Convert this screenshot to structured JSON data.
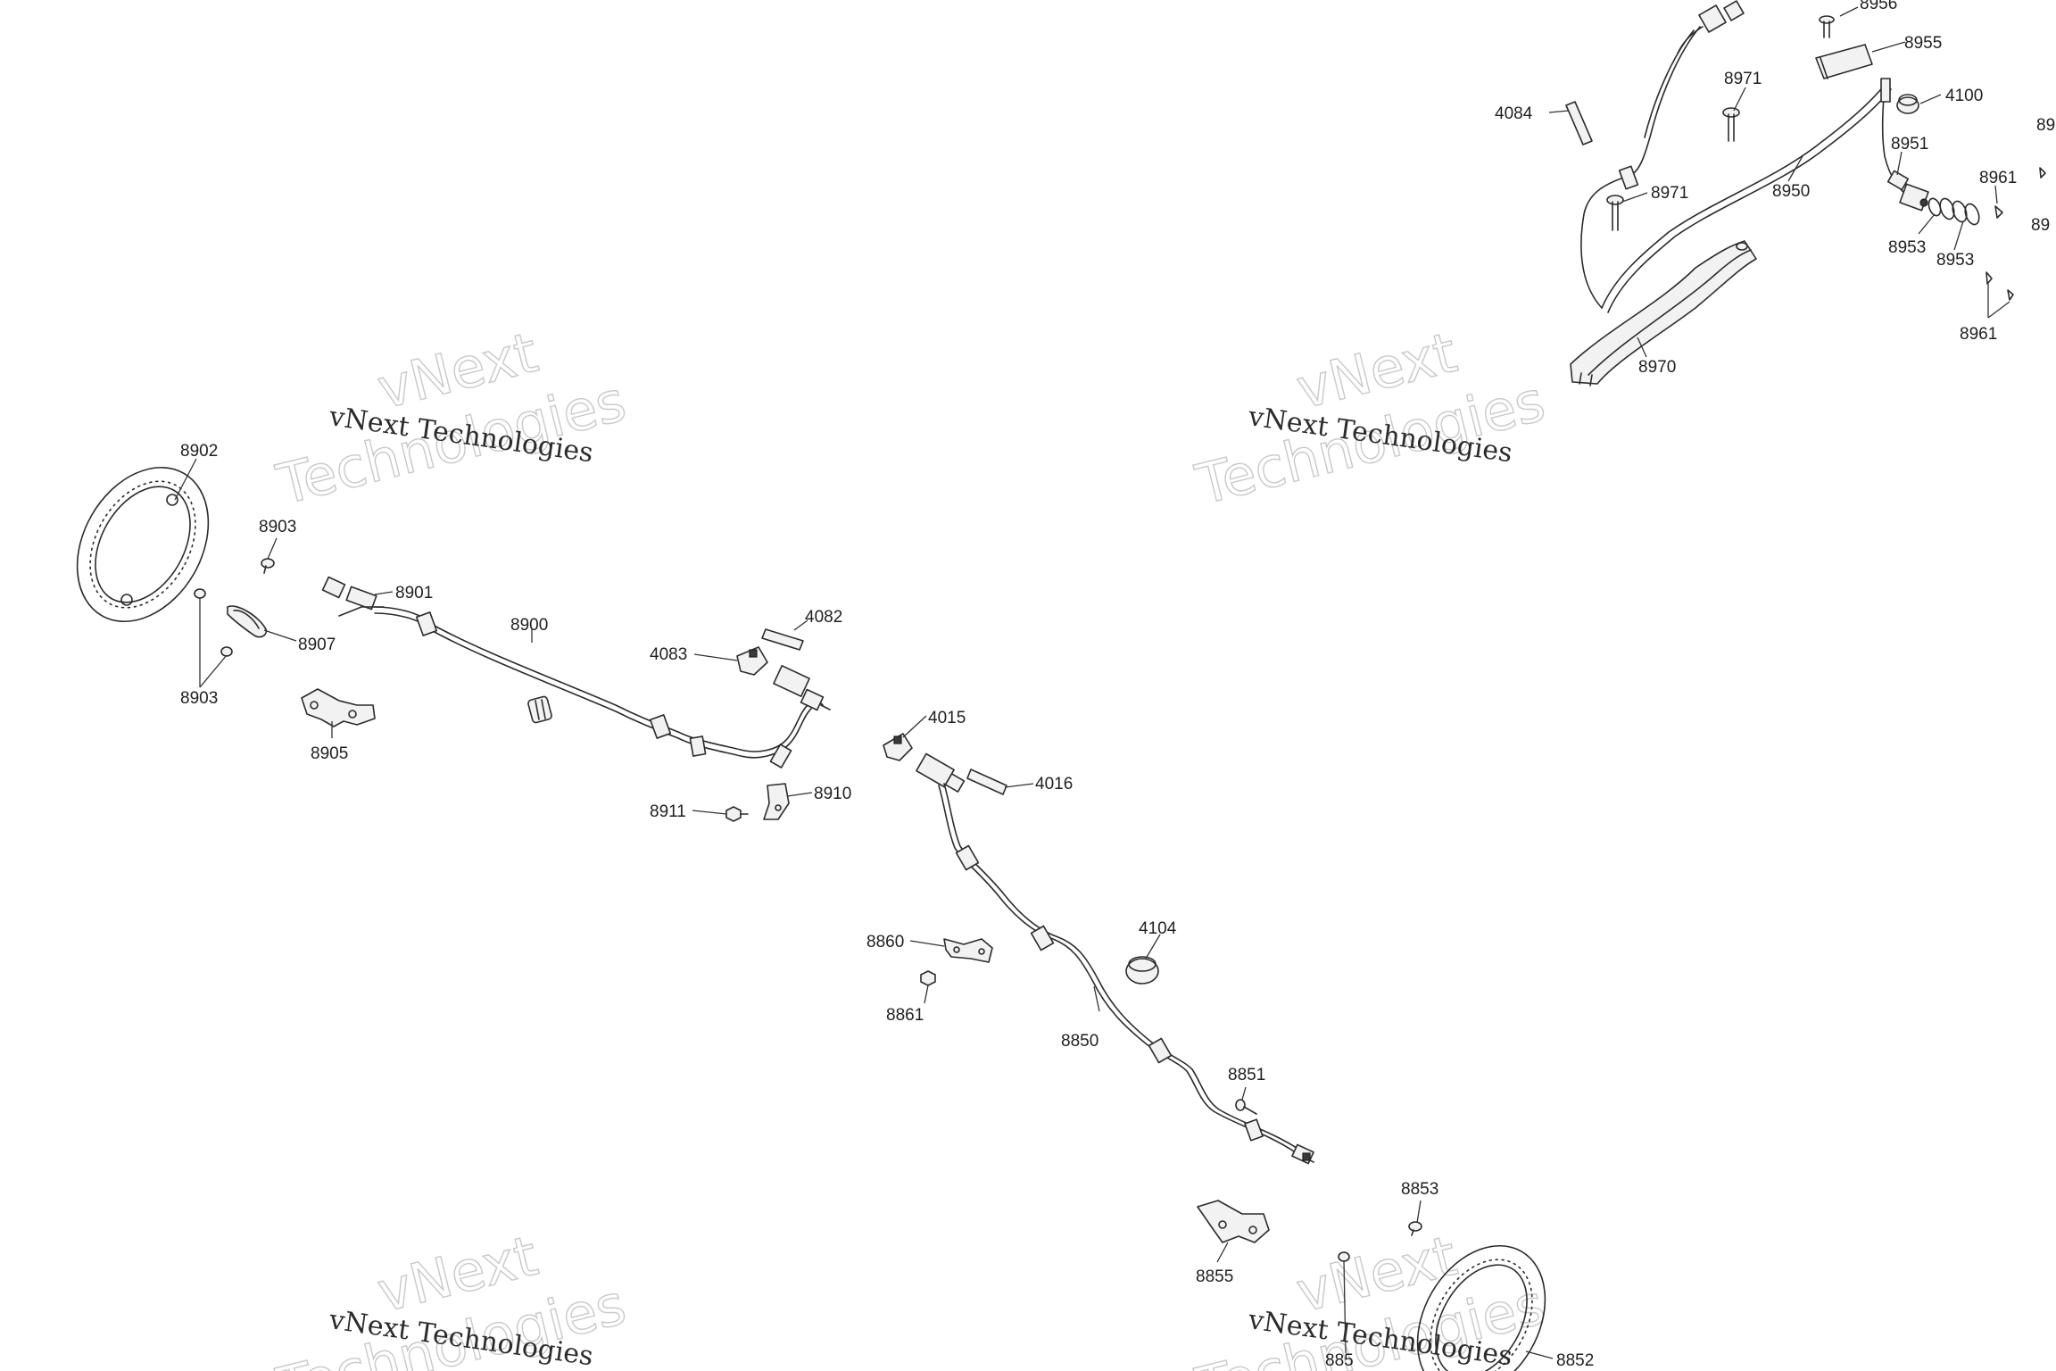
{
  "diagram": {
    "watermark": {
      "brand": "vNext",
      "name": "Technologies",
      "full": "vNext Technologies"
    },
    "callouts": [
      {
        "id": "c-8956",
        "label": "8956"
      },
      {
        "id": "c-8955",
        "label": "8955"
      },
      {
        "id": "c-8971a",
        "label": "8971"
      },
      {
        "id": "c-4100",
        "label": "4100"
      },
      {
        "id": "c-4084",
        "label": "4084"
      },
      {
        "id": "c-8951",
        "label": "8951"
      },
      {
        "id": "c-8961a",
        "label": "8961"
      },
      {
        "id": "c-8971b",
        "label": "8971"
      },
      {
        "id": "c-8950",
        "label": "8950"
      },
      {
        "id": "c-8953a",
        "label": "8953"
      },
      {
        "id": "c-8953b",
        "label": "8953"
      },
      {
        "id": "c-8961b",
        "label": "8961"
      },
      {
        "id": "c-8970",
        "label": "8970"
      },
      {
        "id": "c-8902",
        "label": "8902"
      },
      {
        "id": "c-8903a",
        "label": "8903"
      },
      {
        "id": "c-8901",
        "label": "8901"
      },
      {
        "id": "c-8900",
        "label": "8900"
      },
      {
        "id": "c-8907",
        "label": "8907"
      },
      {
        "id": "c-8903b",
        "label": "8903"
      },
      {
        "id": "c-4082",
        "label": "4082"
      },
      {
        "id": "c-4083",
        "label": "4083"
      },
      {
        "id": "c-8905",
        "label": "8905"
      },
      {
        "id": "c-4015",
        "label": "4015"
      },
      {
        "id": "c-4016",
        "label": "4016"
      },
      {
        "id": "c-8910",
        "label": "8910"
      },
      {
        "id": "c-8911",
        "label": "8911"
      },
      {
        "id": "c-8860",
        "label": "8860"
      },
      {
        "id": "c-4104",
        "label": "4104"
      },
      {
        "id": "c-8861",
        "label": "8861"
      },
      {
        "id": "c-8850",
        "label": "8850"
      },
      {
        "id": "c-8851",
        "label": "8851"
      },
      {
        "id": "c-8853",
        "label": "8853"
      },
      {
        "id": "c-8855",
        "label": "8855"
      },
      {
        "id": "c-8852",
        "label": "8852"
      },
      {
        "id": "c-885x",
        "label": "885"
      },
      {
        "id": "c-89edge1",
        "label": "89"
      },
      {
        "id": "c-89edge2",
        "label": "89"
      }
    ]
  }
}
